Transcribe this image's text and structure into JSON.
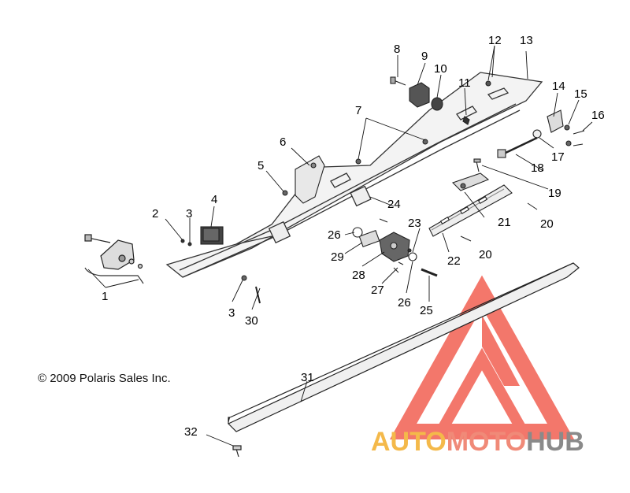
{
  "copyright": "© 2009 Polaris Sales Inc.",
  "watermark": {
    "part1": "AUTO",
    "part2": "MOTO",
    "part3": "HUB"
  },
  "colors": {
    "accent_red": "#f04a3a",
    "accent_yellow": "#f4b94a",
    "accent_salmon": "#f08a78",
    "gray": "#8a8a8a"
  },
  "callouts": [
    "1",
    "2",
    "3",
    "3",
    "4",
    "5",
    "6",
    "7",
    "8",
    "9",
    "10",
    "11",
    "12",
    "13",
    "14",
    "15",
    "16",
    "17",
    "18",
    "19",
    "20",
    "20",
    "21",
    "22",
    "23",
    "24",
    "25",
    "26",
    "26",
    "27",
    "28",
    "29",
    "30",
    "31",
    "32"
  ]
}
